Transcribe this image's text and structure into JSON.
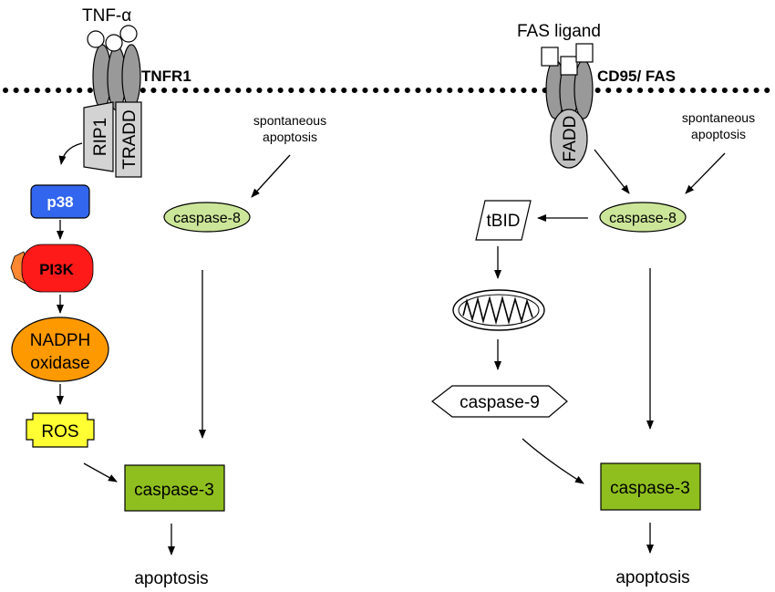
{
  "left": {
    "ligand": "TNF-α",
    "receptor": "TNFR1",
    "adaptor1": "RIP1",
    "adaptor2": "TRADD",
    "spontaneous": [
      "spontaneous",
      "apoptosis"
    ],
    "caspase8": "caspase-8",
    "p38": "p38",
    "pi3k": "PI3K",
    "nadph": [
      "NADPH",
      "oxidase"
    ],
    "ros": "ROS",
    "caspase3": "caspase-3",
    "apoptosis": "apoptosis"
  },
  "right": {
    "ligand": "FAS ligand",
    "receptor": "CD95/ FAS",
    "adaptor": "FADD",
    "spontaneous": [
      "spontaneous",
      "apoptosis"
    ],
    "caspase8": "caspase-8",
    "tbid": "tBID",
    "caspase9": "caspase-9",
    "caspase3": "caspase-3",
    "apoptosis": "apoptosis"
  },
  "colors": {
    "p38": "#3366ee",
    "pi3k": "#ff1a1a",
    "pi3k_ear": "#ff8833",
    "nadph": "#ff9900",
    "ros": "#ffff33",
    "caspase8": "#cce699",
    "caspase3": "#8fbf1f",
    "receptor_grey": "#999999",
    "adaptor_grey": "#d3d3d3"
  }
}
